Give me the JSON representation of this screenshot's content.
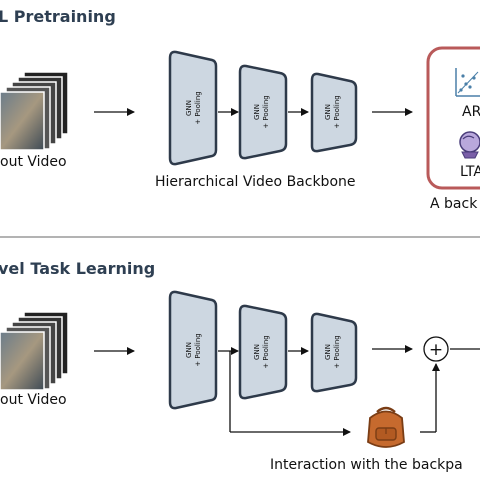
{
  "top": {
    "section_title": "L Pretraining",
    "input_caption": "out Video",
    "blocks": [
      {
        "line1": "GNN",
        "line2": "+ Pooling"
      },
      {
        "line1": "GNN",
        "line2": "+ Pooling"
      },
      {
        "line1": "GNN",
        "line2": "+ Pooling"
      }
    ],
    "backbone_caption": "Hierarchical Video Backbone",
    "tasks": [
      "AR",
      "LTA"
    ],
    "tasks_caption": "A back"
  },
  "bottom": {
    "section_title": "vel Task Learning",
    "input_caption": "out Video",
    "blocks": [
      {
        "line1": "GNN",
        "line2": "+ Pooling"
      },
      {
        "line1": "GNN",
        "line2": "+ Pooling"
      },
      {
        "line1": "GNN",
        "line2": "+ Pooling"
      }
    ],
    "plus_symbol": "+",
    "interaction_caption": "Interaction with the backpa"
  },
  "colors": {
    "block_fill": "#cdd7e1",
    "block_stroke": "#2e3a4a",
    "panel_stroke": "#b95a5a",
    "divider": "#9a9a9a",
    "title": "#2e3f52",
    "backpack": "#c66a2e"
  },
  "icons": [
    "video-stack-icon",
    "scatter-plot-icon",
    "crystal-ball-icon",
    "backpack-icon"
  ]
}
